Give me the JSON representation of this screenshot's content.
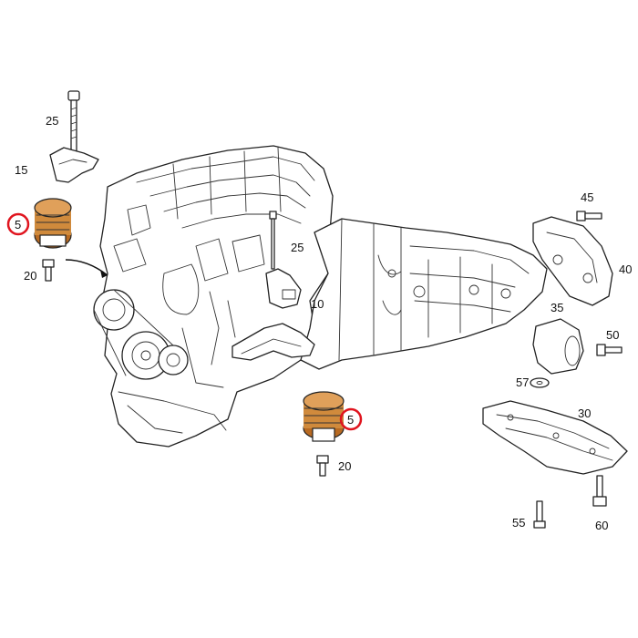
{
  "callouts": {
    "c25_top": "25",
    "c15": "15",
    "c5_left": "5",
    "c20_left": "20",
    "c25_mid": "25",
    "c10": "10",
    "c45": "45",
    "c40": "40",
    "c35": "35",
    "c50": "50",
    "c57": "57",
    "c30": "30",
    "c5_center": "5",
    "c20_center": "20",
    "c55": "55",
    "c60": "60"
  },
  "colors": {
    "highlight_ring": "#e0141e",
    "mount_fill": "#d08a3c",
    "mount_fill_dark": "#b86a22",
    "line": "#222222"
  }
}
